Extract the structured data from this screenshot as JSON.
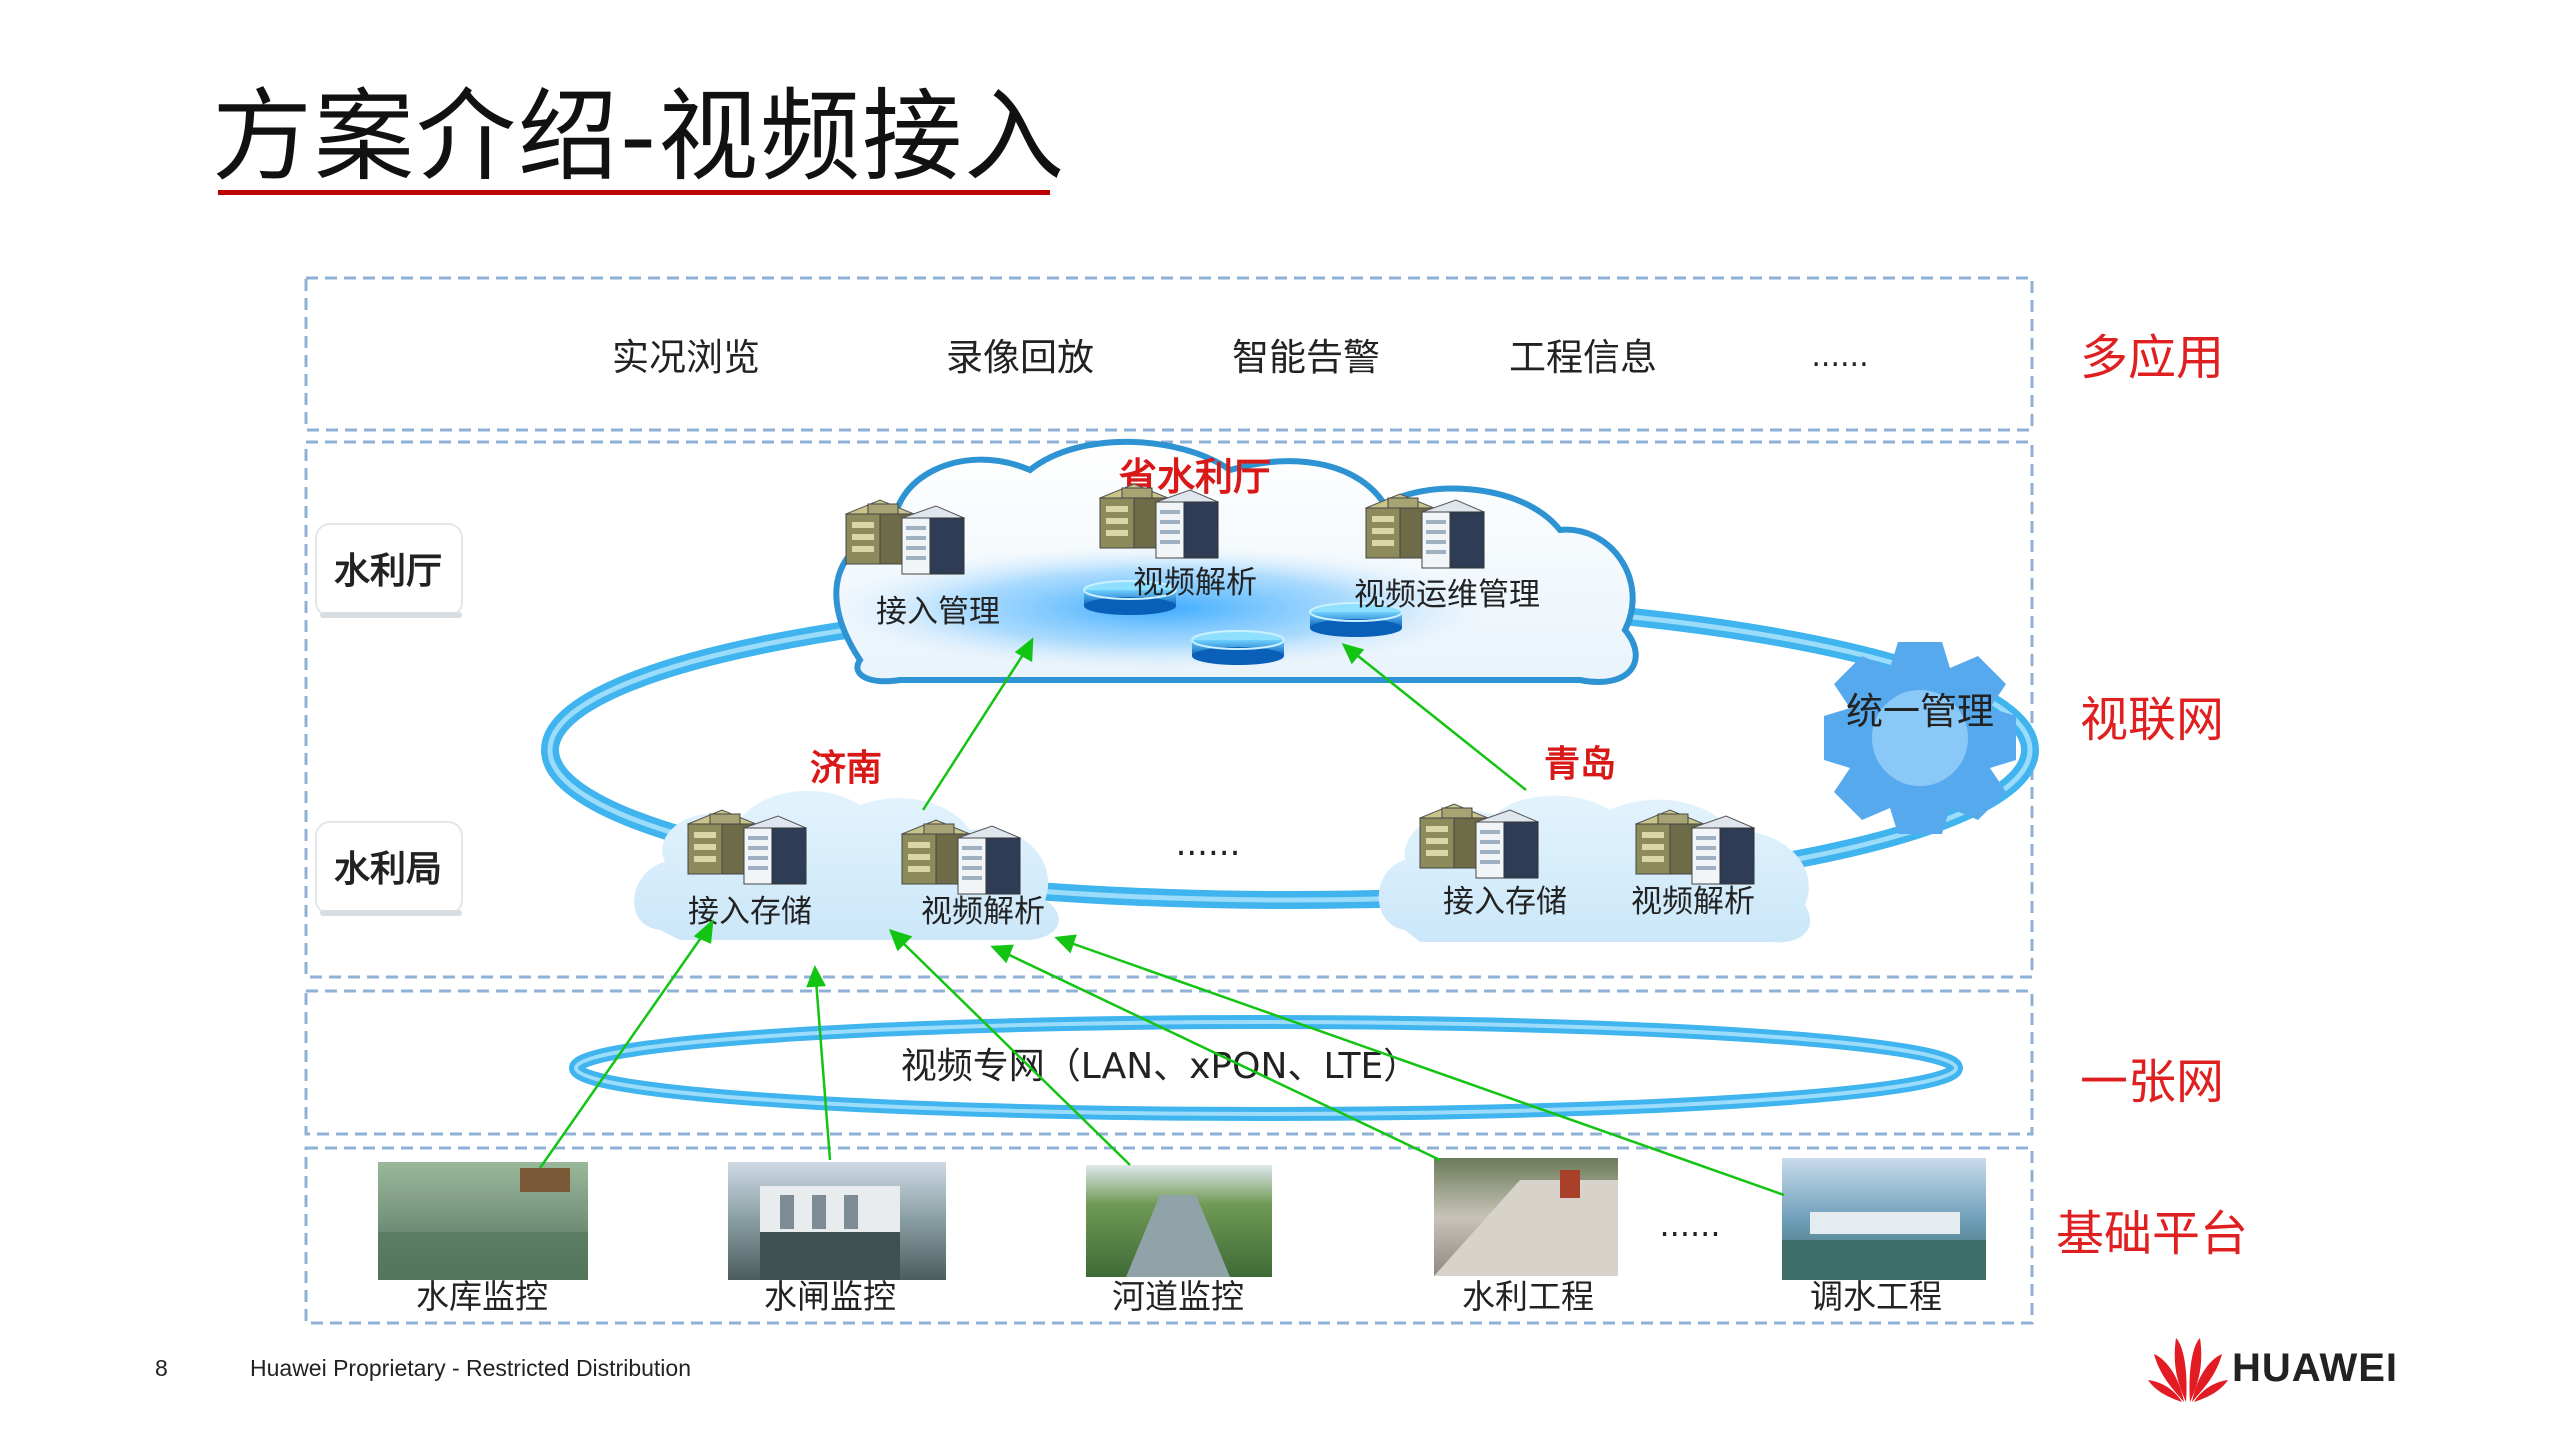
{
  "title": "方案介绍-视频接入",
  "footer": {
    "page_number": "8",
    "text": "Huawei Proprietary - Restricted Distribution",
    "brand": "HUAWEI"
  },
  "colors": {
    "accent": "#c00000",
    "layer_label": "#e02020",
    "ring": "#38b1ec",
    "arrow": "#13c413",
    "city_label": "#d91818"
  },
  "layers": {
    "application": {
      "label": "多应用",
      "items": [
        "实况浏览",
        "录像回放",
        "智能告警",
        "工程信息",
        "......"
      ]
    },
    "video_network": {
      "label": "视联网",
      "province": {
        "role_label": "水利厅",
        "cloud_label": "省水利厅",
        "nodes": [
          "接入管理",
          "视频解析",
          "视频运维管理"
        ]
      },
      "bureau": {
        "role_label": "水利局",
        "cities": [
          {
            "name": "济南",
            "nodes": [
              "接入存储",
              "视频解析"
            ]
          },
          {
            "name": "青岛",
            "nodes": [
              "接入存储",
              "视频解析"
            ]
          }
        ],
        "ellipsis": "......"
      },
      "management": "统一管理"
    },
    "one_network": {
      "label": "一张网",
      "ring_label": "视频专网（LAN、xPON、LTE）"
    },
    "base_platform": {
      "label": "基础平台",
      "sites": [
        "水库监控",
        "水闸监控",
        "河道监控",
        "水利工程",
        "调水工程"
      ],
      "ellipsis": "......"
    }
  }
}
